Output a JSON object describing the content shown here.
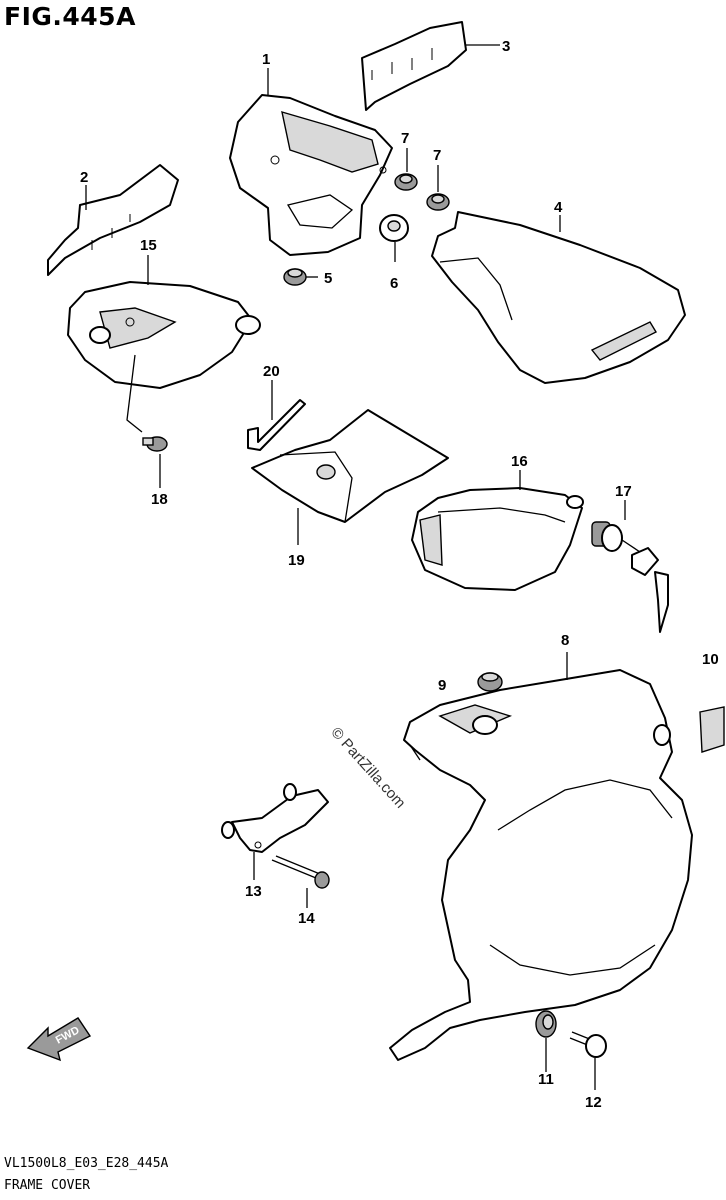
{
  "figure": {
    "title": "FIG.445A",
    "model_code": "VL1500L8_E03_E28_445A",
    "section_title": "FRAME COVER",
    "watermark": "© PartZilla.com",
    "direction_label": "FWD"
  },
  "callouts": [
    "1",
    "2",
    "3",
    "4",
    "5",
    "6",
    "7",
    "7",
    "8",
    "9",
    "10",
    "11",
    "12",
    "13",
    "14",
    "15",
    "16",
    "17",
    "18",
    "19",
    "20"
  ]
}
